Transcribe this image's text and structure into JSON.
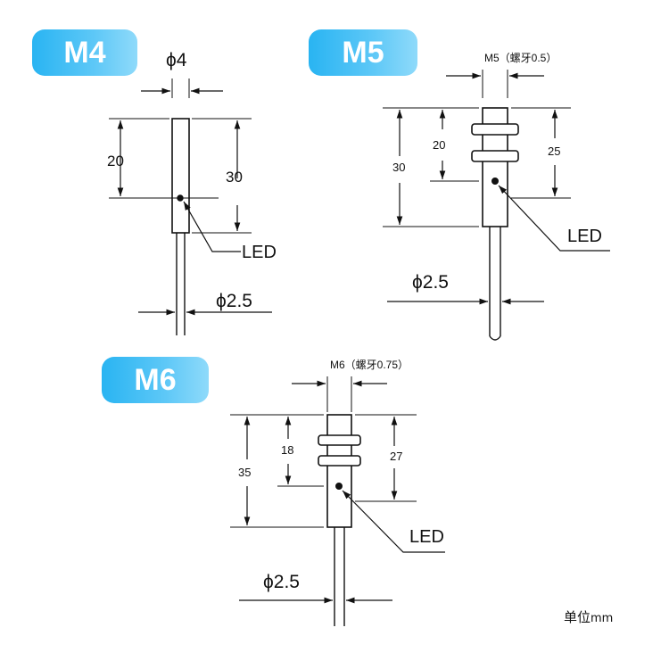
{
  "badges": {
    "m4": "M4",
    "m5": "M5",
    "m6": "M6"
  },
  "m4": {
    "diameter": "ϕ4",
    "dim_20": "20",
    "dim_30": "30",
    "led": "LED",
    "cable": "ϕ2.5"
  },
  "m5": {
    "thread": "M5（螺牙0.5）",
    "dim_30": "30",
    "dim_20": "20",
    "dim_25": "25",
    "led": "LED",
    "cable": "ϕ2.5"
  },
  "m6": {
    "thread": "M6（螺牙0.75）",
    "dim_35": "35",
    "dim_18": "18",
    "dim_27": "27",
    "led": "LED",
    "cable": "ϕ2.5"
  },
  "unit": {
    "prefix": "单位",
    "suffix": "mm"
  },
  "colors": {
    "badge_start": "#29b4f2",
    "badge_end": "#8fdafa",
    "line": "#111111"
  }
}
